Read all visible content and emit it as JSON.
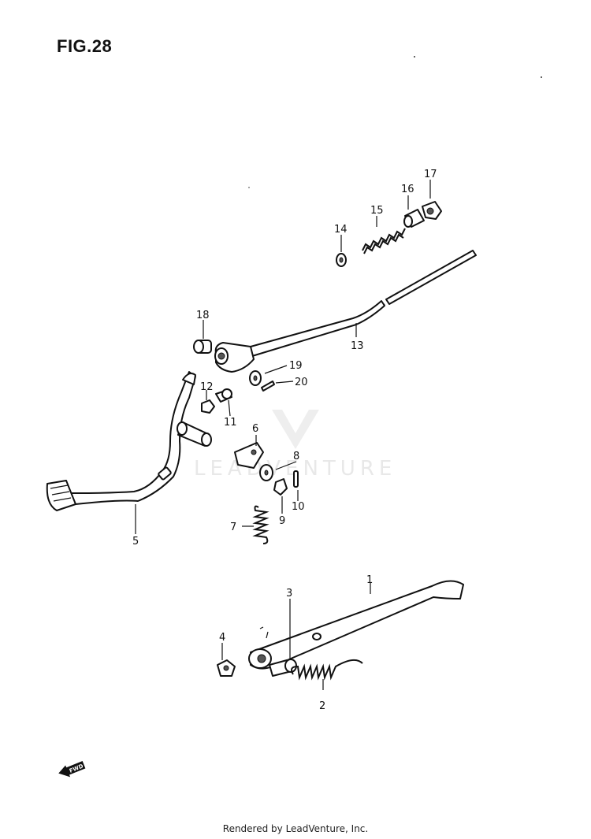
{
  "figure": {
    "title": "FIG.28"
  },
  "watermark": {
    "text": "LEADVENTURE"
  },
  "footer": {
    "text": "Rendered by LeadVenture, Inc."
  },
  "fwd_label": "FWD",
  "callouts": [
    "1",
    "2",
    "3",
    "4",
    "5",
    "6",
    "7",
    "8",
    "9",
    "10",
    "11",
    "12",
    "13",
    "14",
    "15",
    "16",
    "17",
    "18",
    "19",
    "20"
  ]
}
